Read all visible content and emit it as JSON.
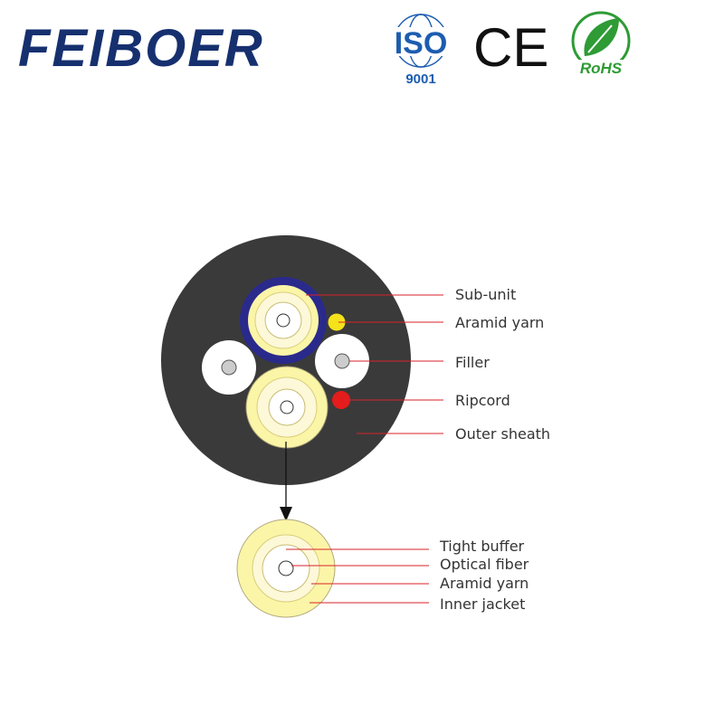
{
  "header": {
    "brand": "FEIBOER",
    "iso": {
      "text": "ISO",
      "number": "9001"
    },
    "ce": "CE",
    "rohs": "RoHS"
  },
  "cable_labels": [
    "Sub-unit",
    "Aramid yarn",
    "Filler",
    "Ripcord",
    "Outer sheath"
  ],
  "subunit_labels": [
    "Tight buffer",
    "Optical fiber",
    "Aramid yarn",
    "Inner jacket"
  ],
  "colors": {
    "brand": "#16306f",
    "outer_sheath": "#3a3a3a",
    "subunit_ring": "#2a2a8c",
    "aramid": "#fbf5a8",
    "tight_buffer": "#fdf8d8",
    "aramid_yarn_dot": "#f5e21b",
    "ripcord": "#e41c1c",
    "filler": "#ffffff",
    "leader": "#d8222a"
  }
}
